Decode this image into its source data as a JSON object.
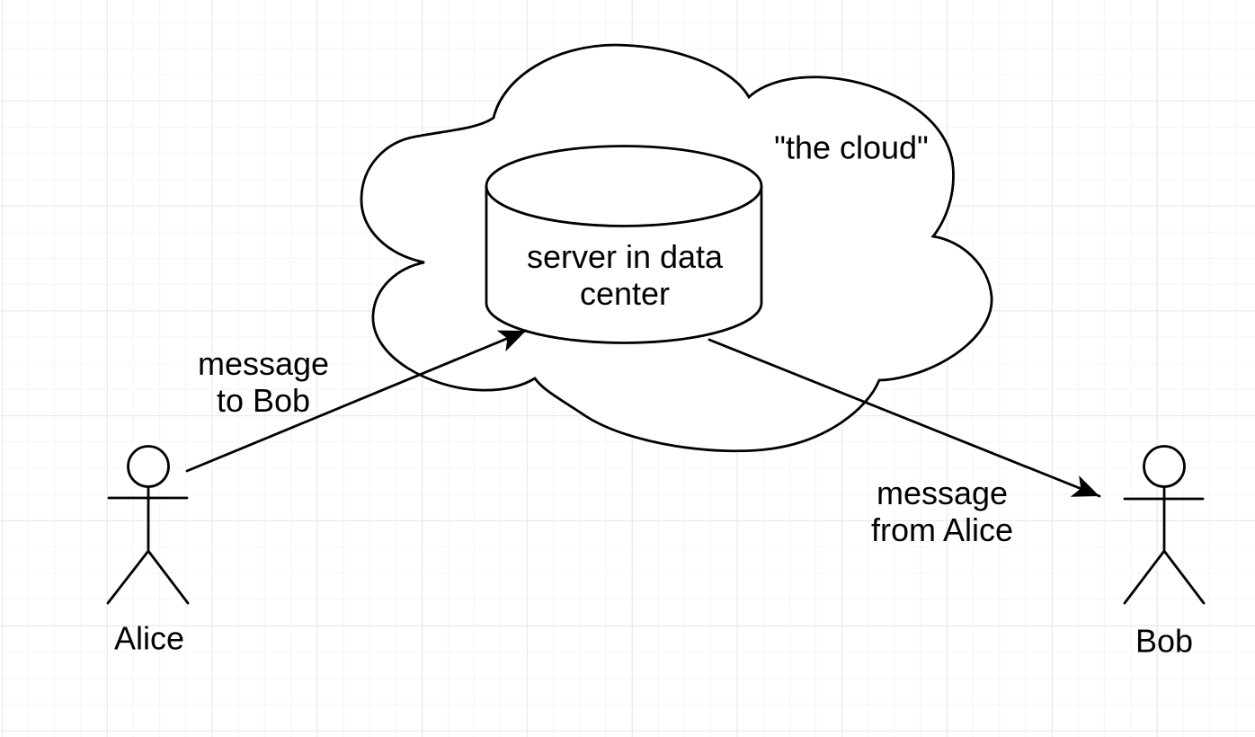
{
  "diagram": {
    "cloud": {
      "label": "\"the cloud\""
    },
    "server": {
      "label": "server in data\ncenter"
    },
    "actors": [
      {
        "id": "alice",
        "label": "Alice"
      },
      {
        "id": "bob",
        "label": "Bob"
      }
    ],
    "connections": [
      {
        "label": "message\nto Bob",
        "from": "Alice",
        "to": "server in data center"
      },
      {
        "label": "message\nfrom Alice",
        "from": "server in data center",
        "to": "Bob"
      }
    ]
  },
  "style": {
    "stroke_color": "#000000",
    "shape_fill": "#ffffff",
    "background": "#ffffff",
    "grid_minor_color": "#f5f5f5",
    "grid_major_color": "#e7e7e7"
  }
}
